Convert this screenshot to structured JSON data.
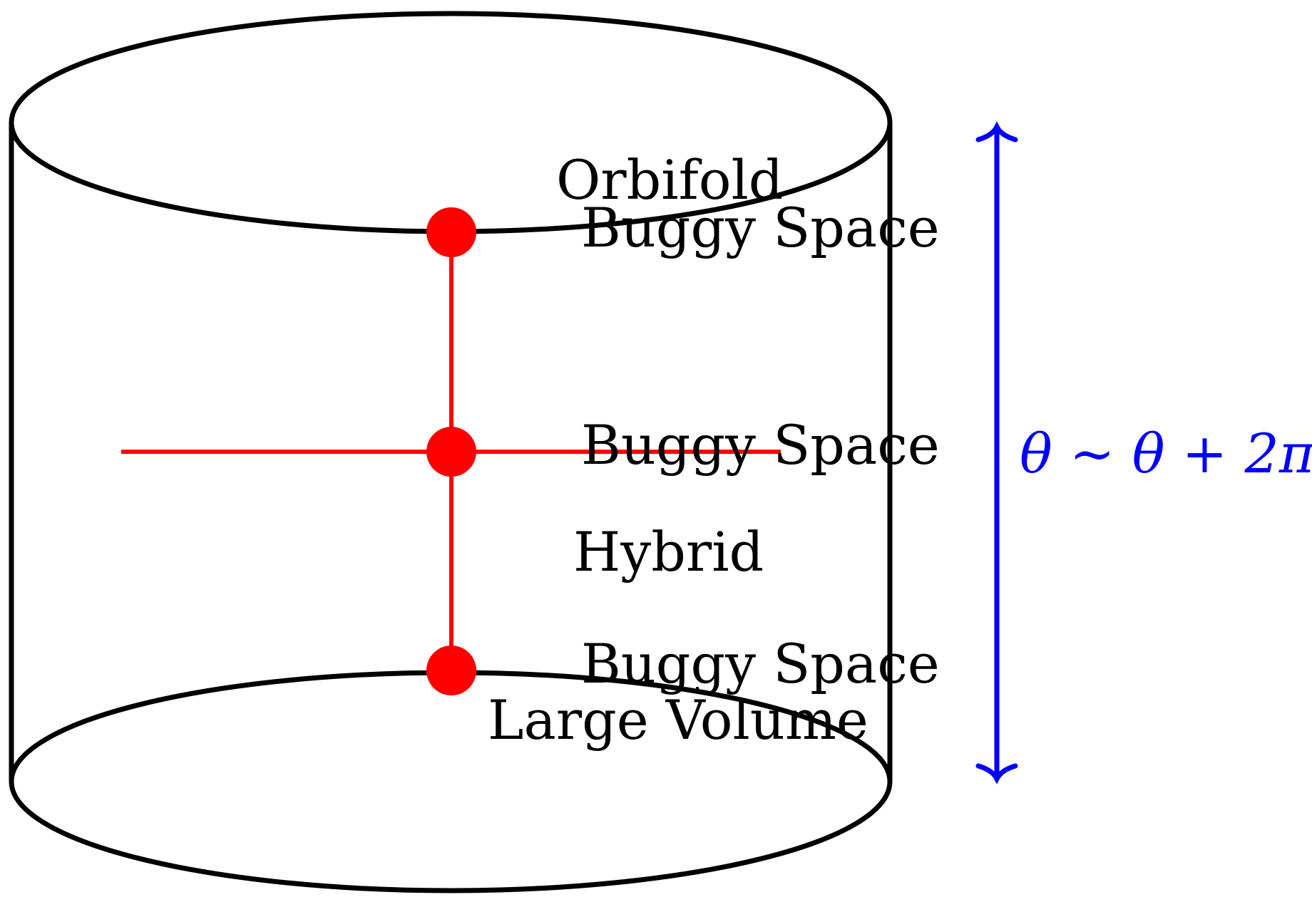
{
  "diagram": {
    "labels": {
      "orbifold": "Orbifold",
      "buggy_top": "Buggy Space",
      "buggy_middle": "Buggy Space",
      "hybrid": "Hybrid",
      "buggy_bottom": "Buggy Space",
      "large_volume": "Large Volume"
    },
    "periodicity": "θ ∼ θ + 2π"
  },
  "colors": {
    "outline": "#000000",
    "phase_path": "#ff0000",
    "arrow": "#0000ff"
  }
}
